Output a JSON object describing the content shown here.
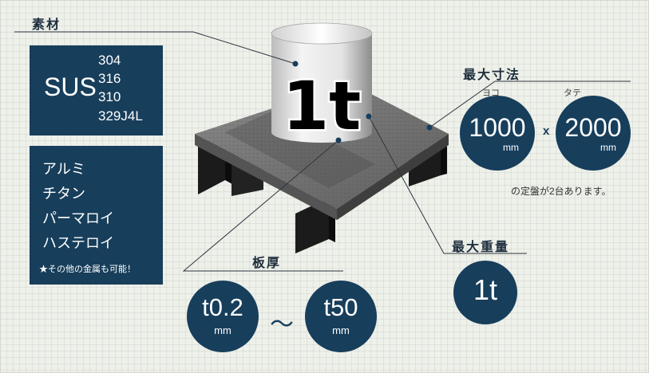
{
  "material": {
    "heading": "素材",
    "sus_label": "SUS",
    "sus_grades": [
      "304",
      "316",
      "310",
      "329J4L"
    ],
    "others": [
      "アルミ",
      "チタン",
      "パーマロイ",
      "ハステロイ"
    ],
    "note": "★その他の金属も可能！"
  },
  "size": {
    "heading": "最大寸法",
    "width_label": "ヨコ",
    "width_value": "1000",
    "height_label": "タテ",
    "height_value": "2000",
    "unit": "mm",
    "times": "x",
    "note": "の定盤が2台あります。"
  },
  "weight": {
    "heading": "最大重量",
    "value": "1t"
  },
  "thickness": {
    "heading": "板厚",
    "min_value": "t0.2",
    "max_value": "t50",
    "unit": "mm",
    "range_sep": "〜"
  },
  "illustration": {
    "weight_label": "1t"
  },
  "colors": {
    "navy": "#173e5b",
    "background": "#eef0ea"
  }
}
